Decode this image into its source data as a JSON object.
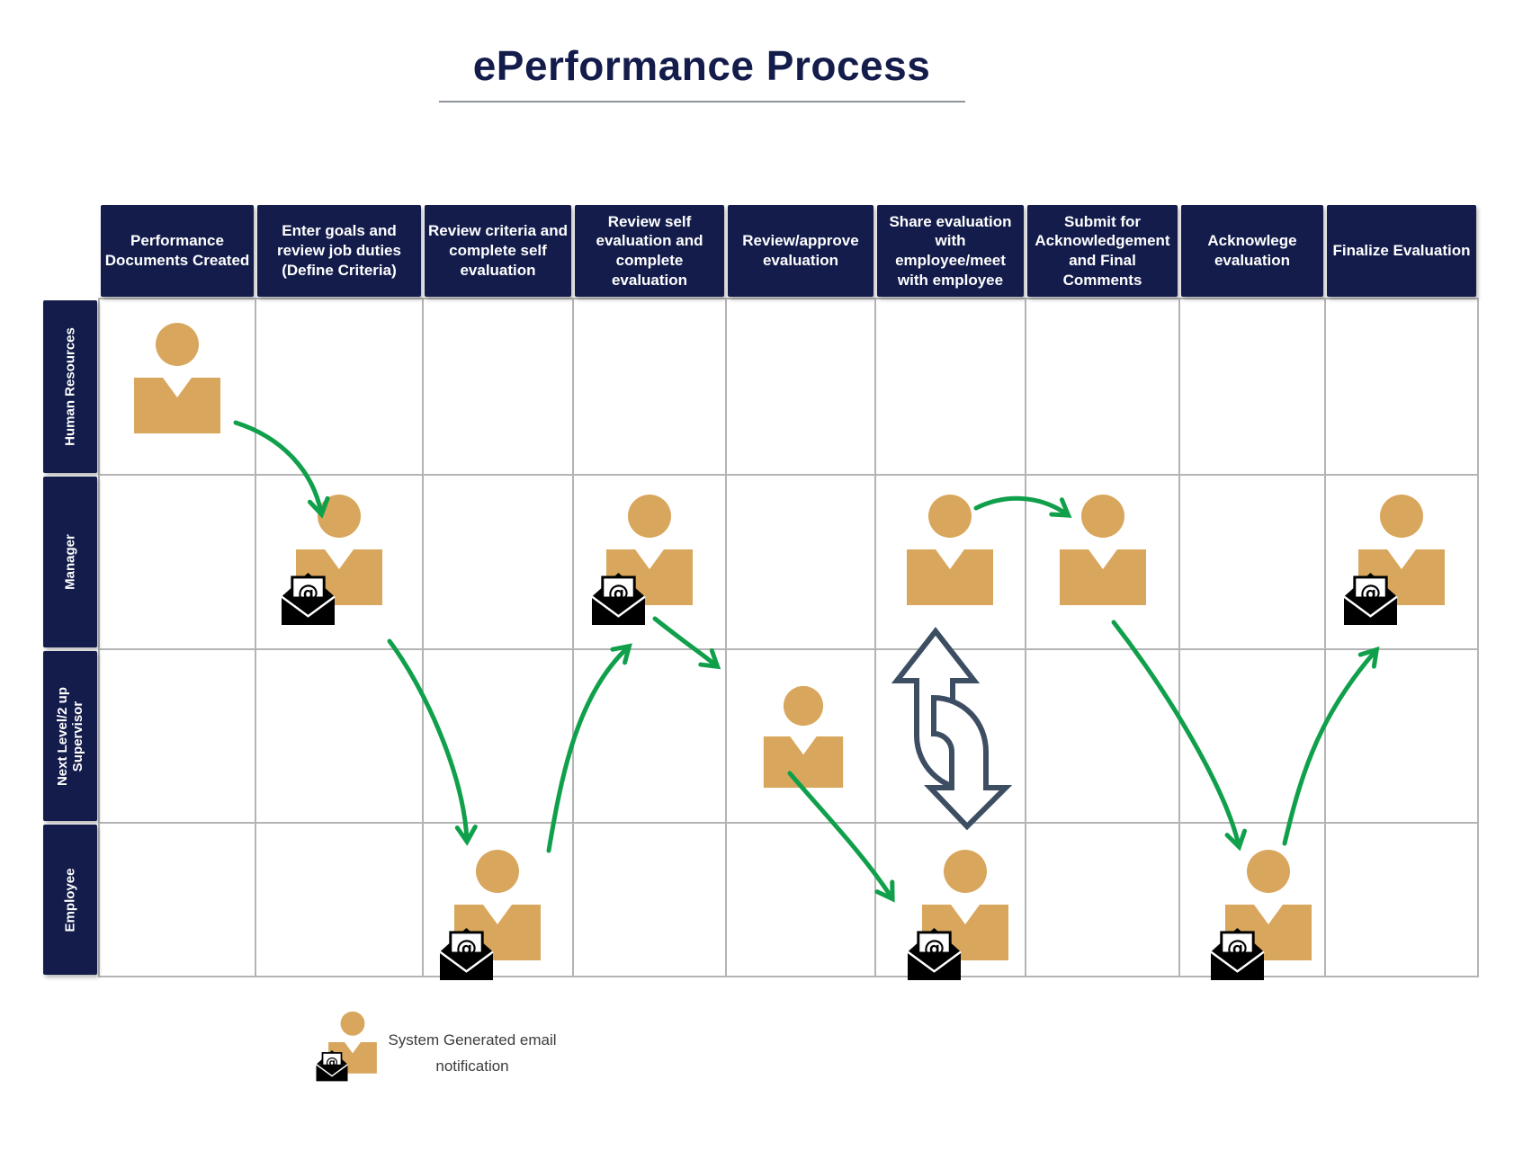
{
  "title": "ePerformance Process",
  "column_headers": [
    "Performance Documents Created",
    "Enter goals and review job duties (Define Criteria)",
    "Review criteria and complete self evaluation",
    "Review self evaluation and complete evaluation",
    "Review/approve evaluation",
    "Share evaluation with employee/meet with employee",
    "Submit for Acknowledgement and Final Comments",
    "Acknowlege evaluation",
    "Finalize Evaluation"
  ],
  "row_headers": [
    "Human Resources",
    "Manager",
    "Next Level/2 up Supervisor",
    "Employee"
  ],
  "actors": [
    {
      "id": "hr-step1",
      "role": "Human Resources",
      "step": 1,
      "email": false
    },
    {
      "id": "manager-step2",
      "role": "Manager",
      "step": 2,
      "email": true
    },
    {
      "id": "employee-step3",
      "role": "Employee",
      "step": 3,
      "email": true
    },
    {
      "id": "manager-step4",
      "role": "Manager",
      "step": 4,
      "email": true
    },
    {
      "id": "supervisor-step5",
      "role": "Next Level/2 up Supervisor",
      "step": 5,
      "email": false
    },
    {
      "id": "manager-step6",
      "role": "Manager",
      "step": 6,
      "email": false
    },
    {
      "id": "manager-step7",
      "role": "Manager",
      "step": 7,
      "email": false
    },
    {
      "id": "employee-step6",
      "role": "Employee",
      "step": 6,
      "email": true
    },
    {
      "id": "employee-step8",
      "role": "Employee",
      "step": 8,
      "email": true
    },
    {
      "id": "manager-step9",
      "role": "Manager",
      "step": 9,
      "email": true
    }
  ],
  "flows": [
    {
      "from": "hr-step1",
      "to": "manager-step2"
    },
    {
      "from": "manager-step2",
      "to": "employee-step3"
    },
    {
      "from": "employee-step3",
      "to": "manager-step4"
    },
    {
      "from": "manager-step4",
      "to": "supervisor-step5"
    },
    {
      "from": "supervisor-step5",
      "to": "employee-step6"
    },
    {
      "from": "manager-step6",
      "to": "manager-step7"
    },
    {
      "from": "manager-step7",
      "to": "employee-step8"
    },
    {
      "from": "employee-step8",
      "to": "manager-step9"
    },
    {
      "from": "manager-step6",
      "to": "employee-step6",
      "type": "two-way-exchange"
    }
  ],
  "legend": {
    "label": "System Generated email notification"
  },
  "colors": {
    "navy": "#131c4b",
    "person_tan": "#d8a65c",
    "arrow_green": "#10a04b",
    "two_way_slate": "#3d4e63",
    "grid_gray": "#b4b4b4",
    "legend_text": "#3b3b3b"
  }
}
